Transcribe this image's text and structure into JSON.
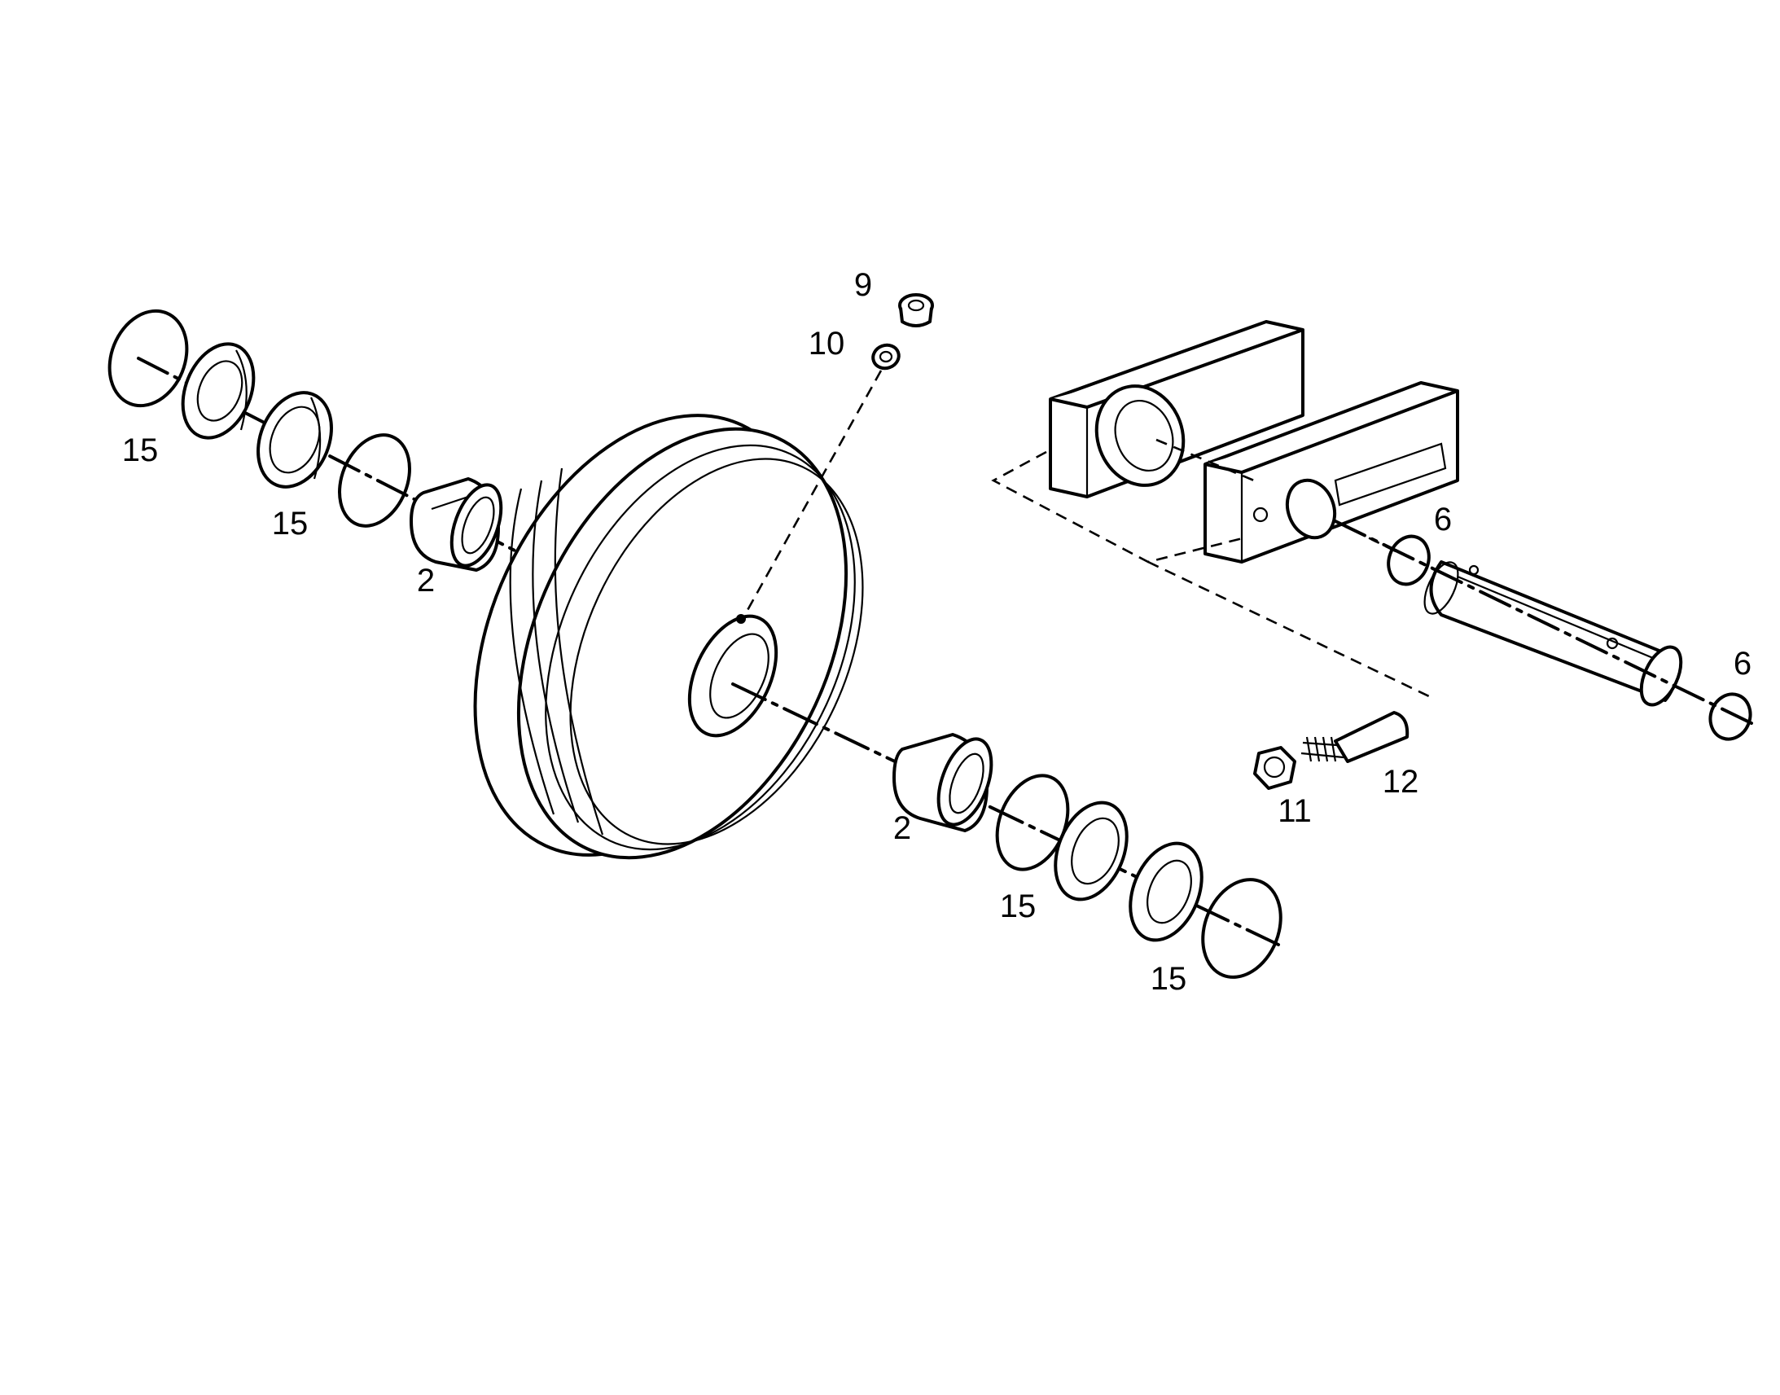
{
  "callouts": [
    {
      "id": "c9",
      "text": "9"
    },
    {
      "id": "c10",
      "text": "10"
    },
    {
      "id": "c15a",
      "text": "15"
    },
    {
      "id": "c15b",
      "text": "15"
    },
    {
      "id": "c2a",
      "text": "2"
    },
    {
      "id": "c6a",
      "text": "6"
    },
    {
      "id": "c6b",
      "text": "6"
    },
    {
      "id": "c12",
      "text": "12"
    },
    {
      "id": "c11",
      "text": "11"
    },
    {
      "id": "c2b",
      "text": "2"
    },
    {
      "id": "c15c",
      "text": "15"
    },
    {
      "id": "c15d",
      "text": "15"
    }
  ]
}
